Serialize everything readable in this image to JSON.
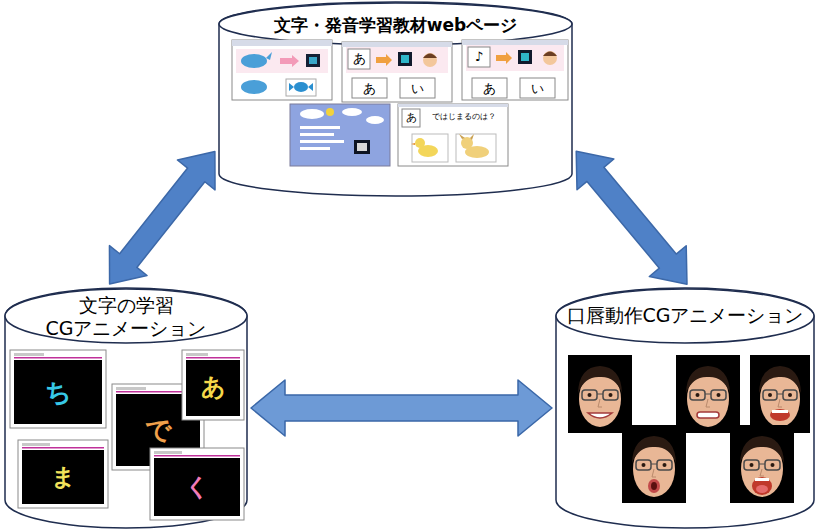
{
  "diagram": {
    "nodes": [
      {
        "text": [
          "文字・発音学習教材webページ"
        ]
      },
      {
        "text": [
          "文字の学習 CGアニメーション"
        ]
      },
      {
        "text": [
          "口唇動作CGアニメーション"
        ]
      }
    ],
    "edges": [
      {
        "from": 0,
        "to": 1,
        "arrow": "both"
      },
      {
        "from": 0,
        "to": 2,
        "arrow": "both"
      },
      {
        "from": 1,
        "to": 2,
        "arrow": "both"
      }
    ],
    "labels": [
      "あ",
      "あ",
      "い",
      "♪",
      "あ",
      "い",
      "あ",
      "ではじまるのは？",
      "ち",
      "で",
      "あ",
      "ま",
      "く"
    ]
  }
}
